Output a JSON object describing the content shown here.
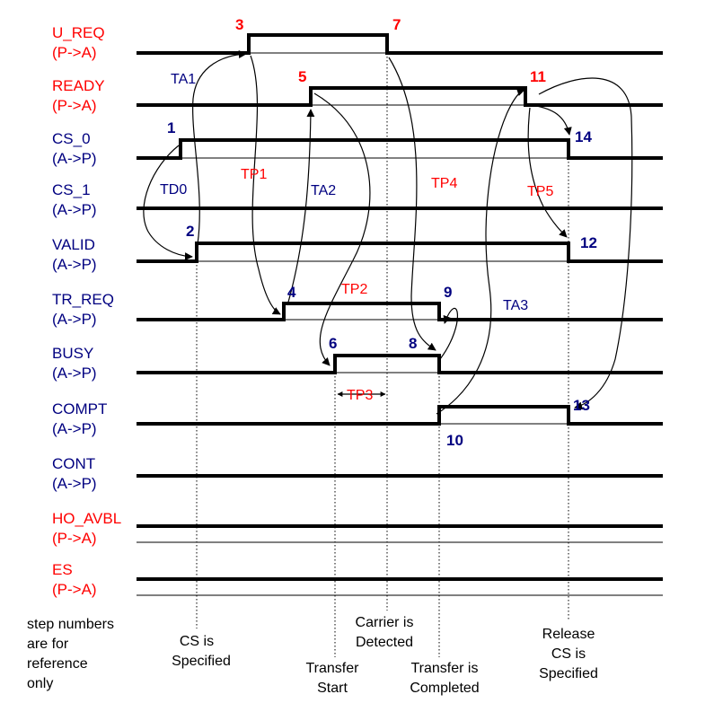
{
  "colors": {
    "passive_red": "#ff0000",
    "active_blue": "#000080",
    "line": "#000000"
  },
  "signals": [
    {
      "name": "U_REQ",
      "dir": "(P->A)",
      "color": "#ff0000"
    },
    {
      "name": "READY",
      "dir": "(P->A)",
      "color": "#ff0000"
    },
    {
      "name": "CS_0",
      "dir": "(A->P)",
      "color": "#000080"
    },
    {
      "name": "CS_1",
      "dir": "(A->P)",
      "color": "#000080"
    },
    {
      "name": "VALID",
      "dir": "(A->P)",
      "color": "#000080"
    },
    {
      "name": "TR_REQ",
      "dir": "(A->P)",
      "color": "#000080"
    },
    {
      "name": "BUSY",
      "dir": "(A->P)",
      "color": "#000080"
    },
    {
      "name": "COMPT",
      "dir": "(A->P)",
      "color": "#000080"
    },
    {
      "name": "CONT",
      "dir": "(A->P)",
      "color": "#000080"
    },
    {
      "name": "HO_AVBL",
      "dir": "(P->A)",
      "color": "#ff0000"
    },
    {
      "name": "ES",
      "dir": "(P->A)",
      "color": "#ff0000"
    }
  ],
  "steps": [
    {
      "num": "1",
      "color": "#000080"
    },
    {
      "num": "2",
      "color": "#000080"
    },
    {
      "num": "3",
      "color": "#ff0000"
    },
    {
      "num": "4",
      "color": "#000080"
    },
    {
      "num": "5",
      "color": "#ff0000"
    },
    {
      "num": "6",
      "color": "#000080"
    },
    {
      "num": "7",
      "color": "#ff0000"
    },
    {
      "num": "8",
      "color": "#000080"
    },
    {
      "num": "9",
      "color": "#000080"
    },
    {
      "num": "10",
      "color": "#000080"
    },
    {
      "num": "11",
      "color": "#ff0000"
    },
    {
      "num": "12",
      "color": "#000080"
    },
    {
      "num": "13",
      "color": "#000080"
    },
    {
      "num": "14",
      "color": "#000080"
    }
  ],
  "timers": [
    {
      "label": "TA1",
      "color": "#000080"
    },
    {
      "label": "TD0",
      "color": "#000080"
    },
    {
      "label": "TP1",
      "color": "#ff0000"
    },
    {
      "label": "TA2",
      "color": "#000080"
    },
    {
      "label": "TP4",
      "color": "#ff0000"
    },
    {
      "label": "TP5",
      "color": "#ff0000"
    },
    {
      "label": "TP2",
      "color": "#ff0000"
    },
    {
      "label": "TA3",
      "color": "#000080"
    },
    {
      "label": "TP3",
      "color": "#ff0000"
    }
  ],
  "notes": {
    "step_ref": [
      "step numbers",
      "are for",
      "reference",
      "only"
    ],
    "cs_specified": [
      "CS is",
      "Specified"
    ],
    "transfer_start": [
      "Transfer",
      "Start"
    ],
    "carrier_detected": [
      "Carrier is",
      "Detected"
    ],
    "transfer_completed": [
      "Transfer is",
      "Completed"
    ],
    "release_cs": [
      "Release",
      "CS is",
      "Specified"
    ]
  }
}
